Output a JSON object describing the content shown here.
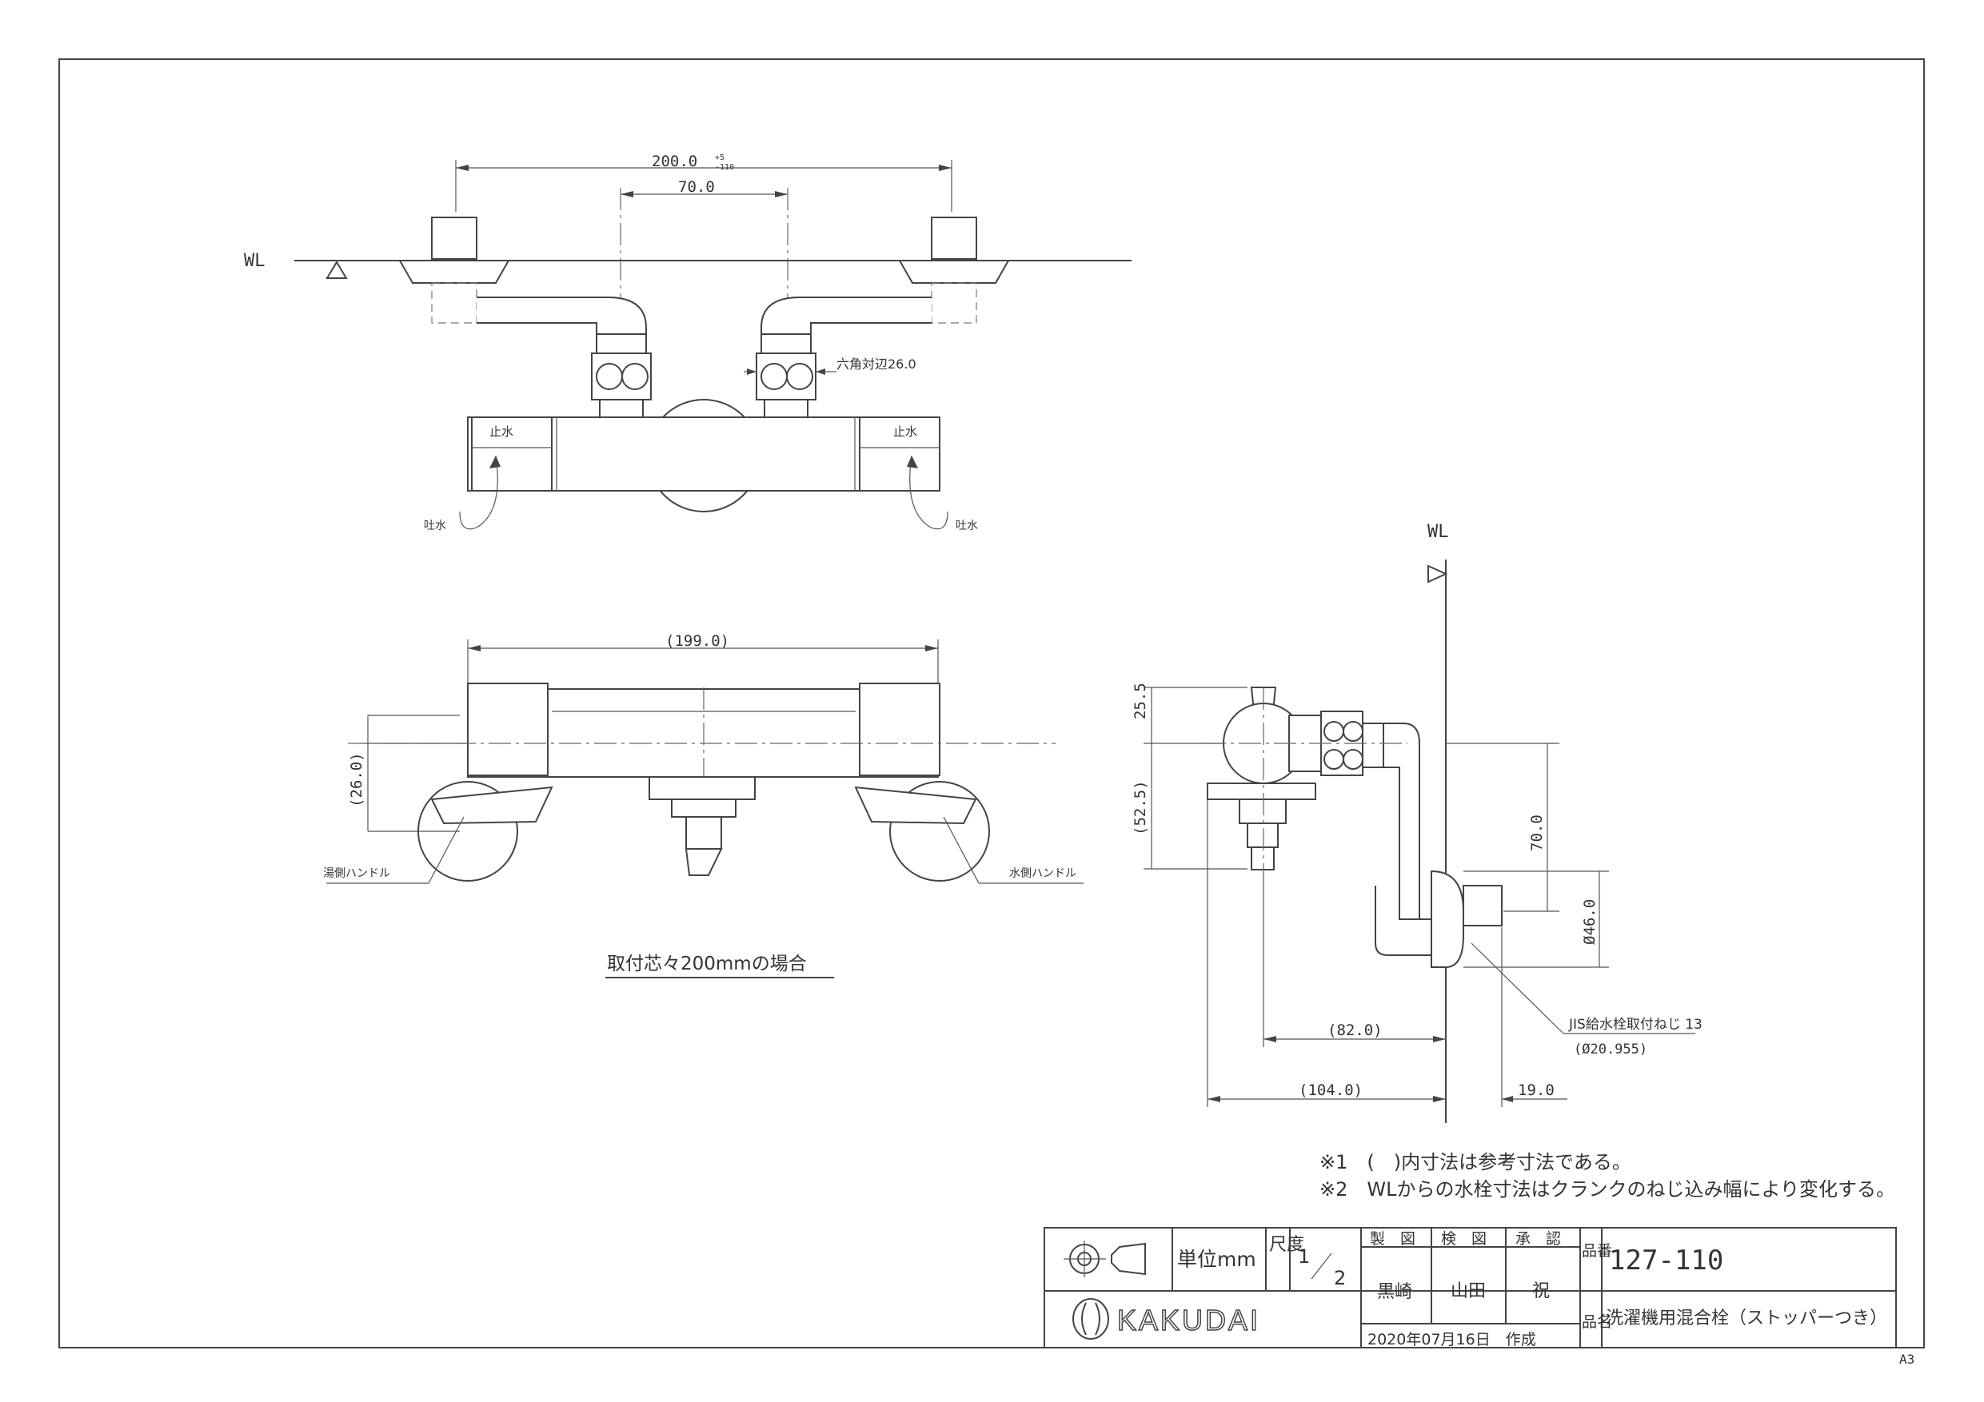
{
  "drawing": {
    "wl_label": "WL",
    "dims": {
      "width_top": "200.0",
      "tol_plus": "+5",
      "tol_minus": "-110",
      "center_70": "70.0",
      "hex": "六角対辺26.0",
      "width_199": "(199.0)",
      "h26": "(26.0)",
      "h25_5": "25.5",
      "h52_5": "(52.5)",
      "v70": "70.0",
      "dia46": "Ø46.0",
      "d82": "(82.0)",
      "d104": "(104.0)",
      "d19": "19.0",
      "jis": "JIS給水栓取付ねじ 13",
      "jis_dia": "(Ø20.955)"
    },
    "labels": {
      "stop_left": "止水",
      "stop_right": "止水",
      "spout_left": "吐水",
      "spout_right": "吐水",
      "hot_handle": "湯側ハンドル",
      "cold_handle": "水側ハンドル",
      "caption": "取付芯々200mmの場合"
    },
    "notes": [
      "※1　(　)内寸法は参考寸法である。",
      "※2　WLからの水栓寸法はクランクのねじ込み幅により変化する。"
    ]
  },
  "title_block": {
    "unit": "単位mm",
    "scale_label": "尺度",
    "scale_num": "1",
    "scale_den": "2",
    "col_drawn": "製　図",
    "col_checked": "検　図",
    "col_approved": "承　認",
    "drawn_by": "黒崎",
    "checked_by": "山田",
    "approved_by": "祝",
    "part_no_label": "品番",
    "part_no": "127-110",
    "name_label": "品名",
    "name": "洗濯機用混合栓（ストッパーつき）",
    "date": "2020年07月16日　作成",
    "brand": "KAKUDAI",
    "paper": "A3"
  }
}
